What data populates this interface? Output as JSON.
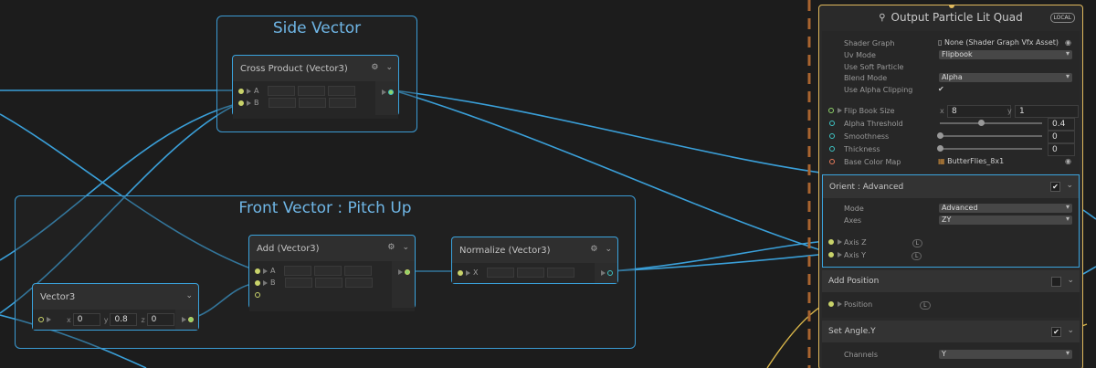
{
  "groups": {
    "side": {
      "title": "Side Vector"
    },
    "front": {
      "title": "Front Vector : Pitch Up"
    }
  },
  "nodes": {
    "cross": {
      "title": "Cross Product (Vector3)",
      "port_a": "A",
      "port_b": "B"
    },
    "add": {
      "title": "Add (Vector3)",
      "port_a": "A",
      "port_b": "B"
    },
    "normalize": {
      "title": "Normalize (Vector3)",
      "port_x": "X"
    },
    "vector3": {
      "title": "Vector3",
      "x_label": "x",
      "x_value": "0",
      "y_label": "y",
      "y_value": "0.8",
      "z_label": "z",
      "z_value": "0"
    }
  },
  "inspector": {
    "title": "Output Particle Lit Quad",
    "badge": "LOCAL",
    "rows": {
      "shader_graph_label": "Shader Graph",
      "shader_graph_value": "None (Shader Graph Vfx Asset)",
      "uv_mode_label": "Uv Mode",
      "uv_mode_value": "Flipbook",
      "soft_particle_label": "Use Soft Particle",
      "blend_mode_label": "Blend Mode",
      "blend_mode_value": "Alpha",
      "alpha_clipping_label": "Use Alpha Clipping",
      "alpha_clipping_check": "✔",
      "flipbook_label": "Flip Book Size",
      "flipbook_x_label": "x",
      "flipbook_x": "8",
      "flipbook_y_label": "y",
      "flipbook_y": "1",
      "alpha_threshold_label": "Alpha Threshold",
      "alpha_threshold_value": "0.4",
      "smoothness_label": "Smoothness",
      "smoothness_value": "0",
      "thickness_label": "Thickness",
      "thickness_value": "0",
      "base_color_label": "Base Color Map",
      "base_color_value": "ButterFlies_8x1"
    },
    "blocks": {
      "orient": {
        "title": "Orient : Advanced",
        "mode_label": "Mode",
        "mode_value": "Advanced",
        "axes_label": "Axes",
        "axes_value": "ZY",
        "axis_z": "Axis Z",
        "axis_y": "Axis Y",
        "check": "✔",
        "space": "L"
      },
      "add_position": {
        "title": "Add Position",
        "position": "Position",
        "space": "L"
      },
      "set_angle": {
        "title": "Set Angle.Y",
        "channels_label": "Channels",
        "channels_value": "Y",
        "check": "✔"
      }
    }
  },
  "values": {
    "alpha_threshold": 0.4,
    "smoothness": 0,
    "thickness": 0
  },
  "colors": {
    "wire": "#3a9fd8",
    "wire_yellow": "#d9b64a",
    "node_border": "#3aa3dd",
    "panel_border": "#e0b95d"
  }
}
